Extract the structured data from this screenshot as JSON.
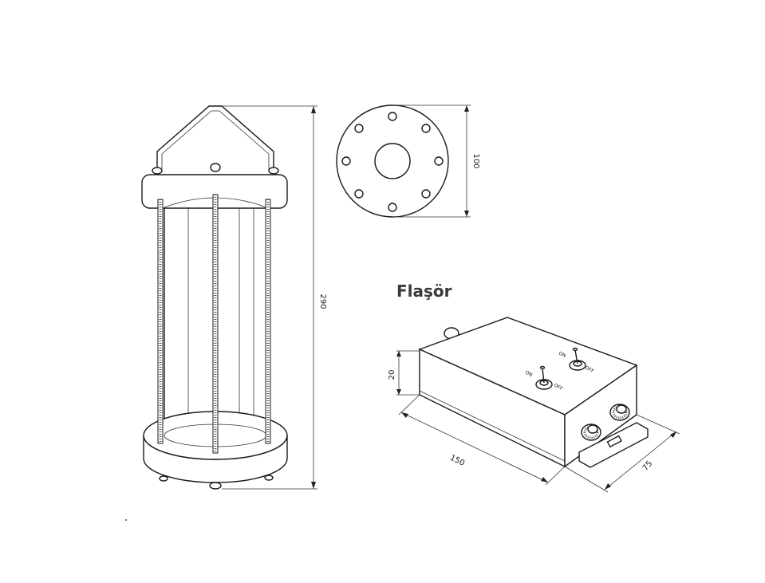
{
  "title": "Flaşör",
  "dimensions": {
    "lamp_height": "290",
    "flange_diameter": "100",
    "box_height": "20",
    "box_length": "150",
    "box_width": "75"
  },
  "switches": {
    "on_label": "ON",
    "off_label": "OFF"
  }
}
